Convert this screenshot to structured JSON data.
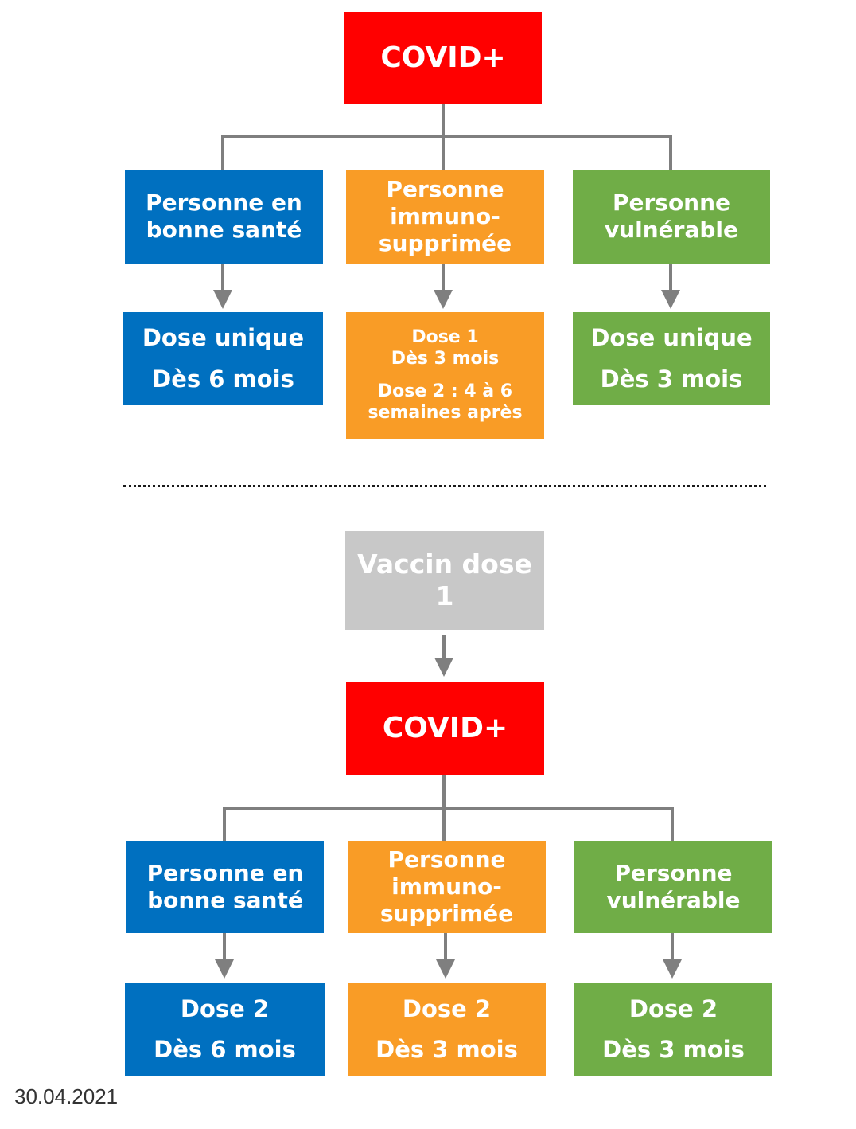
{
  "colors": {
    "red": "#ff0000",
    "blue": "#0070c0",
    "orange": "#f99c26",
    "green": "#70ad47",
    "gray": "#c8c8c8",
    "connector": "#7f7f7f"
  },
  "scenario1": {
    "root": "COVID+",
    "categories": {
      "healthy": [
        "Personne en",
        "bonne santé"
      ],
      "immuno": [
        "Personne",
        "immuno-",
        "supprimée"
      ],
      "vulnerable": [
        "Personne",
        "vulnérable"
      ]
    },
    "doses": {
      "healthy": [
        "Dose unique",
        "Dès 6 mois"
      ],
      "immuno": [
        "Dose 1",
        "Dès 3 mois",
        "Dose 2 : 4 à 6",
        "semaines après"
      ],
      "vulnerable": [
        "Dose unique",
        "Dès 3 mois"
      ]
    }
  },
  "scenario2": {
    "vaccine": "Vaccin dose 1",
    "root": "COVID+",
    "categories": {
      "healthy": [
        "Personne en",
        "bonne santé"
      ],
      "immuno": [
        "Personne",
        "immuno-",
        "supprimée"
      ],
      "vulnerable": [
        "Personne",
        "vulnérable"
      ]
    },
    "doses": {
      "healthy": [
        "Dose 2",
        "Dès 6 mois"
      ],
      "immuno": [
        "Dose 2",
        "Dès 3 mois"
      ],
      "vulnerable": [
        "Dose 2",
        "Dès 3 mois"
      ]
    }
  },
  "date": "30.04.2021"
}
